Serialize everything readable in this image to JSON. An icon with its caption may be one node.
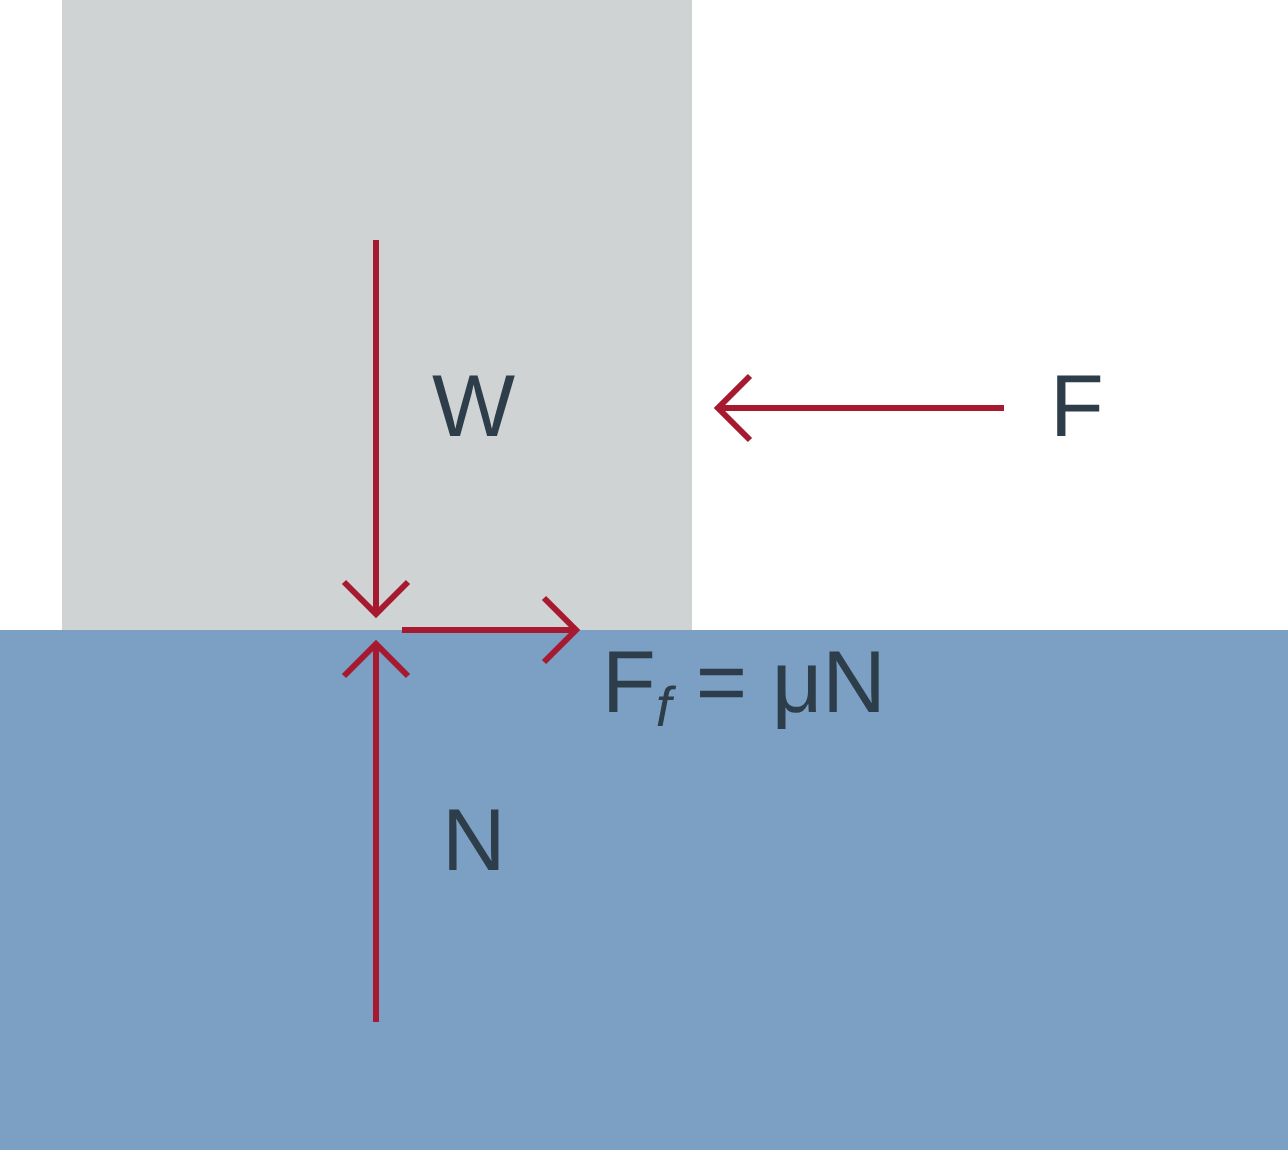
{
  "diagram": {
    "nodes": [
      {
        "text": [],
        "shape": "box"
      },
      {
        "text": [],
        "shape": "box"
      }
    ],
    "labels": [
      "W",
      "F",
      "F$_{f}$ = μN",
      "N"
    ]
  }
}
